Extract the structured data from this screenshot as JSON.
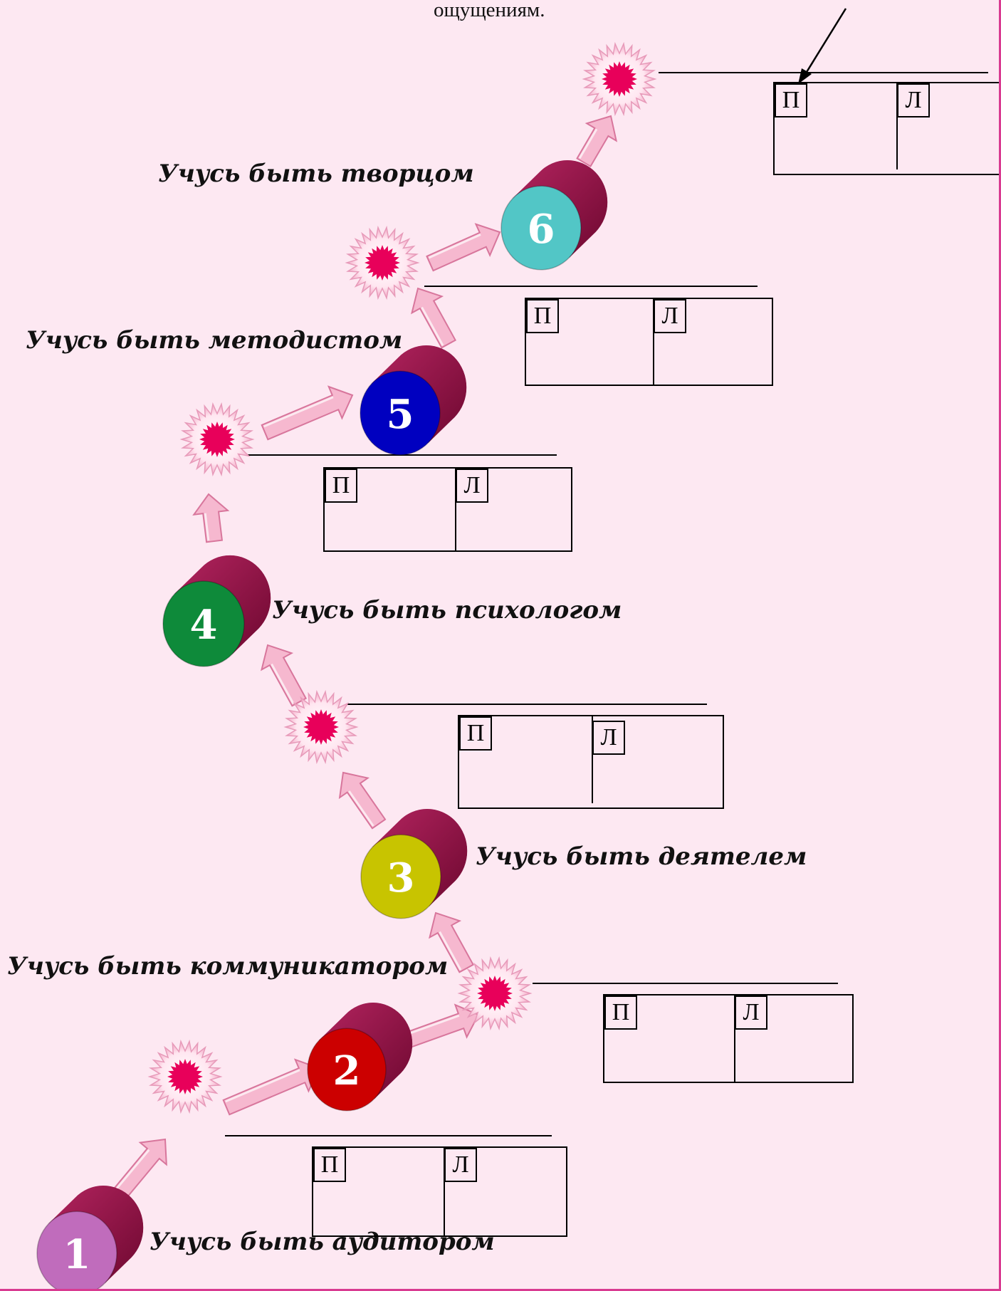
{
  "header": {
    "note": "ощущениям."
  },
  "steps": [
    {
      "number": "1",
      "label": "Учусь быть аудитором",
      "color": "#c06cbc"
    },
    {
      "number": "2",
      "label": "Учусь быть коммуникатором",
      "color": "#cc0000"
    },
    {
      "number": "3",
      "label": "Учусь быть деятелем",
      "color": "#c8c400"
    },
    {
      "number": "4",
      "label": "Учусь быть психологом",
      "color": "#0e8a3a"
    },
    {
      "number": "5",
      "label": "Учусь быть методистом",
      "color": "#0000c0"
    },
    {
      "number": "6",
      "label": "Учусь быть творцом",
      "color": "#52c6c6"
    }
  ],
  "box_labels": {
    "left": "П",
    "right": "Л"
  },
  "colors": {
    "background": "#fde8f2",
    "cylinder_side": "#8c0a3c",
    "burst_core": "#e8005a",
    "arrow_fill": "#f6b8cf",
    "border": "#d93a91"
  }
}
